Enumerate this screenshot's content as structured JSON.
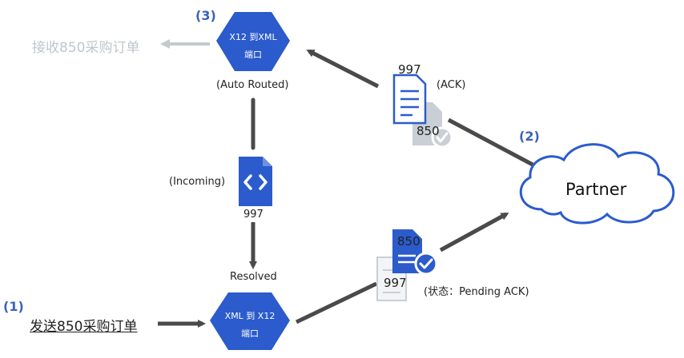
{
  "steps": {
    "one": "(1)",
    "two": "(2)",
    "three": "(3)"
  },
  "send_label": "发送850采购订单",
  "receive_label": "接收850采购订单",
  "hex_top": {
    "line1": "X12 到XML",
    "line2": "端口"
  },
  "hex_bottom": {
    "line1": "XML 到 X12",
    "line2": "端口"
  },
  "auto_routed": "(Auto Routed)",
  "incoming": "(Incoming)",
  "incoming_code": "997",
  "resolved": "Resolved",
  "ack_top": {
    "code": "997",
    "label": "(ACK)",
    "sub_code": "850"
  },
  "ack_bottom": {
    "code": "850",
    "sub_code": "997",
    "status": "(状态：Pending ACK)"
  },
  "partner": "Partner",
  "colors": {
    "hex": "#2b5bcc",
    "doc": "#2b5bcc",
    "arrow": "#4a4a4a",
    "muted": "#c4cacf",
    "accent": "#3a63b8"
  }
}
